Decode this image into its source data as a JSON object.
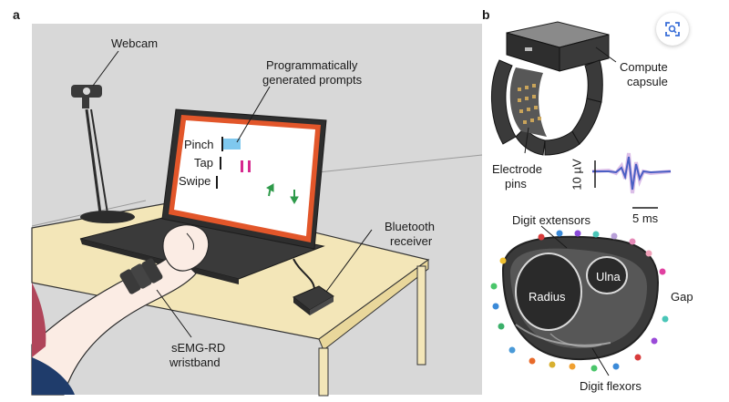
{
  "panels": {
    "a_letter": "a",
    "b_letter": "b"
  },
  "panel_a": {
    "webcam": "Webcam",
    "prompts_line1": "Programmatically",
    "prompts_line2": "generated prompts",
    "gesture_pinch": "Pinch",
    "gesture_tap": "Tap",
    "gesture_swipe": "Swipe",
    "receiver_line1": "Bluetooth",
    "receiver_line2": "receiver",
    "wristband_line1": "sEMG-RD",
    "wristband_line2": "wristband"
  },
  "panel_b": {
    "compute_line1": "Compute",
    "compute_line2": "capsule",
    "electrode_line1": "Electrode",
    "electrode_line2": "pins",
    "scale_voltage": "10 µV",
    "scale_time": "5 ms",
    "digit_extensors": "Digit extensors",
    "ulna": "Ulna",
    "radius": "Radius",
    "gap": "Gap",
    "digit_flexors": "Digit flexors"
  },
  "colors": {
    "background_panel_a": "#d8d8d8",
    "laptop_border": "#e2562a",
    "prompt_highlight": "#7fc8ee",
    "tap_marks": "#d6298f",
    "swipe_arrows": "#2e9a4a",
    "emg_trace": "#4a5fc4",
    "emg_overlay": "#c08ad6"
  },
  "icons": {
    "visual_search": "scan-search-icon"
  }
}
